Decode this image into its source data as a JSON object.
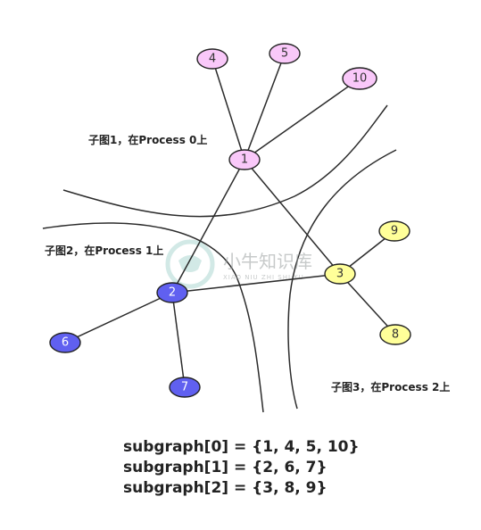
{
  "colors": {
    "subgraph0_fill": "#f9c8f9",
    "subgraph1_fill": "#6060f0",
    "subgraph2_fill": "#ffff99",
    "edge": "#2b2b2b",
    "watermark": "#9aa0a0"
  },
  "nodes": [
    {
      "id": "1",
      "label": "1",
      "group": 0
    },
    {
      "id": "4",
      "label": "4",
      "group": 0
    },
    {
      "id": "5",
      "label": "5",
      "group": 0
    },
    {
      "id": "10",
      "label": "10",
      "group": 0
    },
    {
      "id": "2",
      "label": "2",
      "group": 1
    },
    {
      "id": "6",
      "label": "6",
      "group": 1
    },
    {
      "id": "7",
      "label": "7",
      "group": 1
    },
    {
      "id": "3",
      "label": "3",
      "group": 2
    },
    {
      "id": "8",
      "label": "8",
      "group": 2
    },
    {
      "id": "9",
      "label": "9",
      "group": 2
    }
  ],
  "edges": [
    [
      "1",
      "4"
    ],
    [
      "1",
      "5"
    ],
    [
      "1",
      "10"
    ],
    [
      "1",
      "2"
    ],
    [
      "1",
      "3"
    ],
    [
      "2",
      "6"
    ],
    [
      "2",
      "7"
    ],
    [
      "2",
      "3"
    ],
    [
      "3",
      "9"
    ],
    [
      "3",
      "8"
    ]
  ],
  "region_labels": {
    "process0": "子图1，在Process 0上",
    "process1": "子图2，在Process 1上",
    "process2": "子图3，在Process 2上"
  },
  "summary": [
    "subgraph[0] = {1, 4, 5, 10}",
    "subgraph[1] = {2, 6, 7}",
    "subgraph[2] = {3, 8, 9}"
  ],
  "watermark": {
    "text": "小牛知识库",
    "sub": "XIAO NIU ZHI SHI KU"
  }
}
